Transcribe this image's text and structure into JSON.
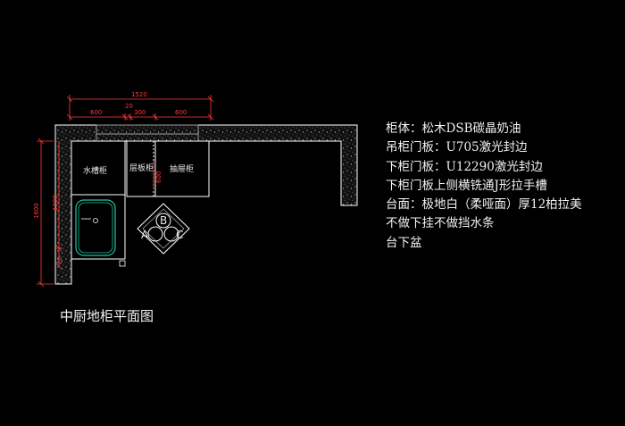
{
  "dimensions": {
    "total_width": "1520",
    "seg_left": "600",
    "seg_gap": "20",
    "seg_mid": "300",
    "seg_right": "600",
    "depth": "1600",
    "sink_depth": "1300",
    "bottom_small": "20",
    "cab_depth": "600"
  },
  "cabinets": {
    "sink": "水槽柜",
    "layer": "层板柜",
    "drawer": "抽屉柜"
  },
  "corner_symbols": {
    "a": "A",
    "b": "B",
    "c": "C"
  },
  "notes": [
    "柜体：松木DSB碳晶奶油",
    "吊柜门板：U705激光封边",
    "下柜门板：U12290激光封边",
    "下柜门板上侧横铣通J形拉手槽",
    "台面：极地白（柔哑面）厚12柏拉美",
    "不做下挂不做挡水条",
    "台下盆"
  ],
  "caption": "中厨地柜平面图",
  "colors": {
    "background": "#000000",
    "dimension": "#ff3b3b",
    "outline": "#ffffff",
    "sink": "#20c0a0"
  }
}
